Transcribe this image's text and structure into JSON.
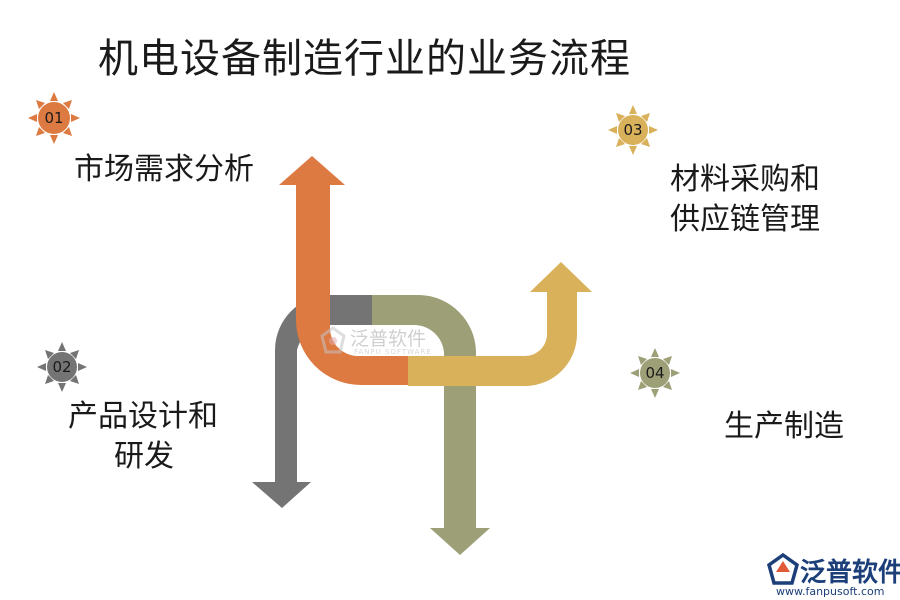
{
  "title": "机电设备制造行业的业务流程",
  "steps": [
    {
      "num": "01",
      "label_lines": [
        "市场需求分析"
      ],
      "color": "#dd7a42"
    },
    {
      "num": "02",
      "label_lines": [
        "产品设计和",
        "研发"
      ],
      "color": "#747474"
    },
    {
      "num": "03",
      "label_lines": [
        "材料采购和",
        "供应链管理"
      ],
      "color": "#d8b15a"
    },
    {
      "num": "04",
      "label_lines": [
        "生产制造"
      ],
      "color": "#9da077"
    }
  ],
  "watermark": {
    "text": "泛普软件",
    "subtext": "FANPU SOFTWARE"
  },
  "logo": {
    "text": "泛普软件",
    "url": "www.fanpusoft.com"
  }
}
